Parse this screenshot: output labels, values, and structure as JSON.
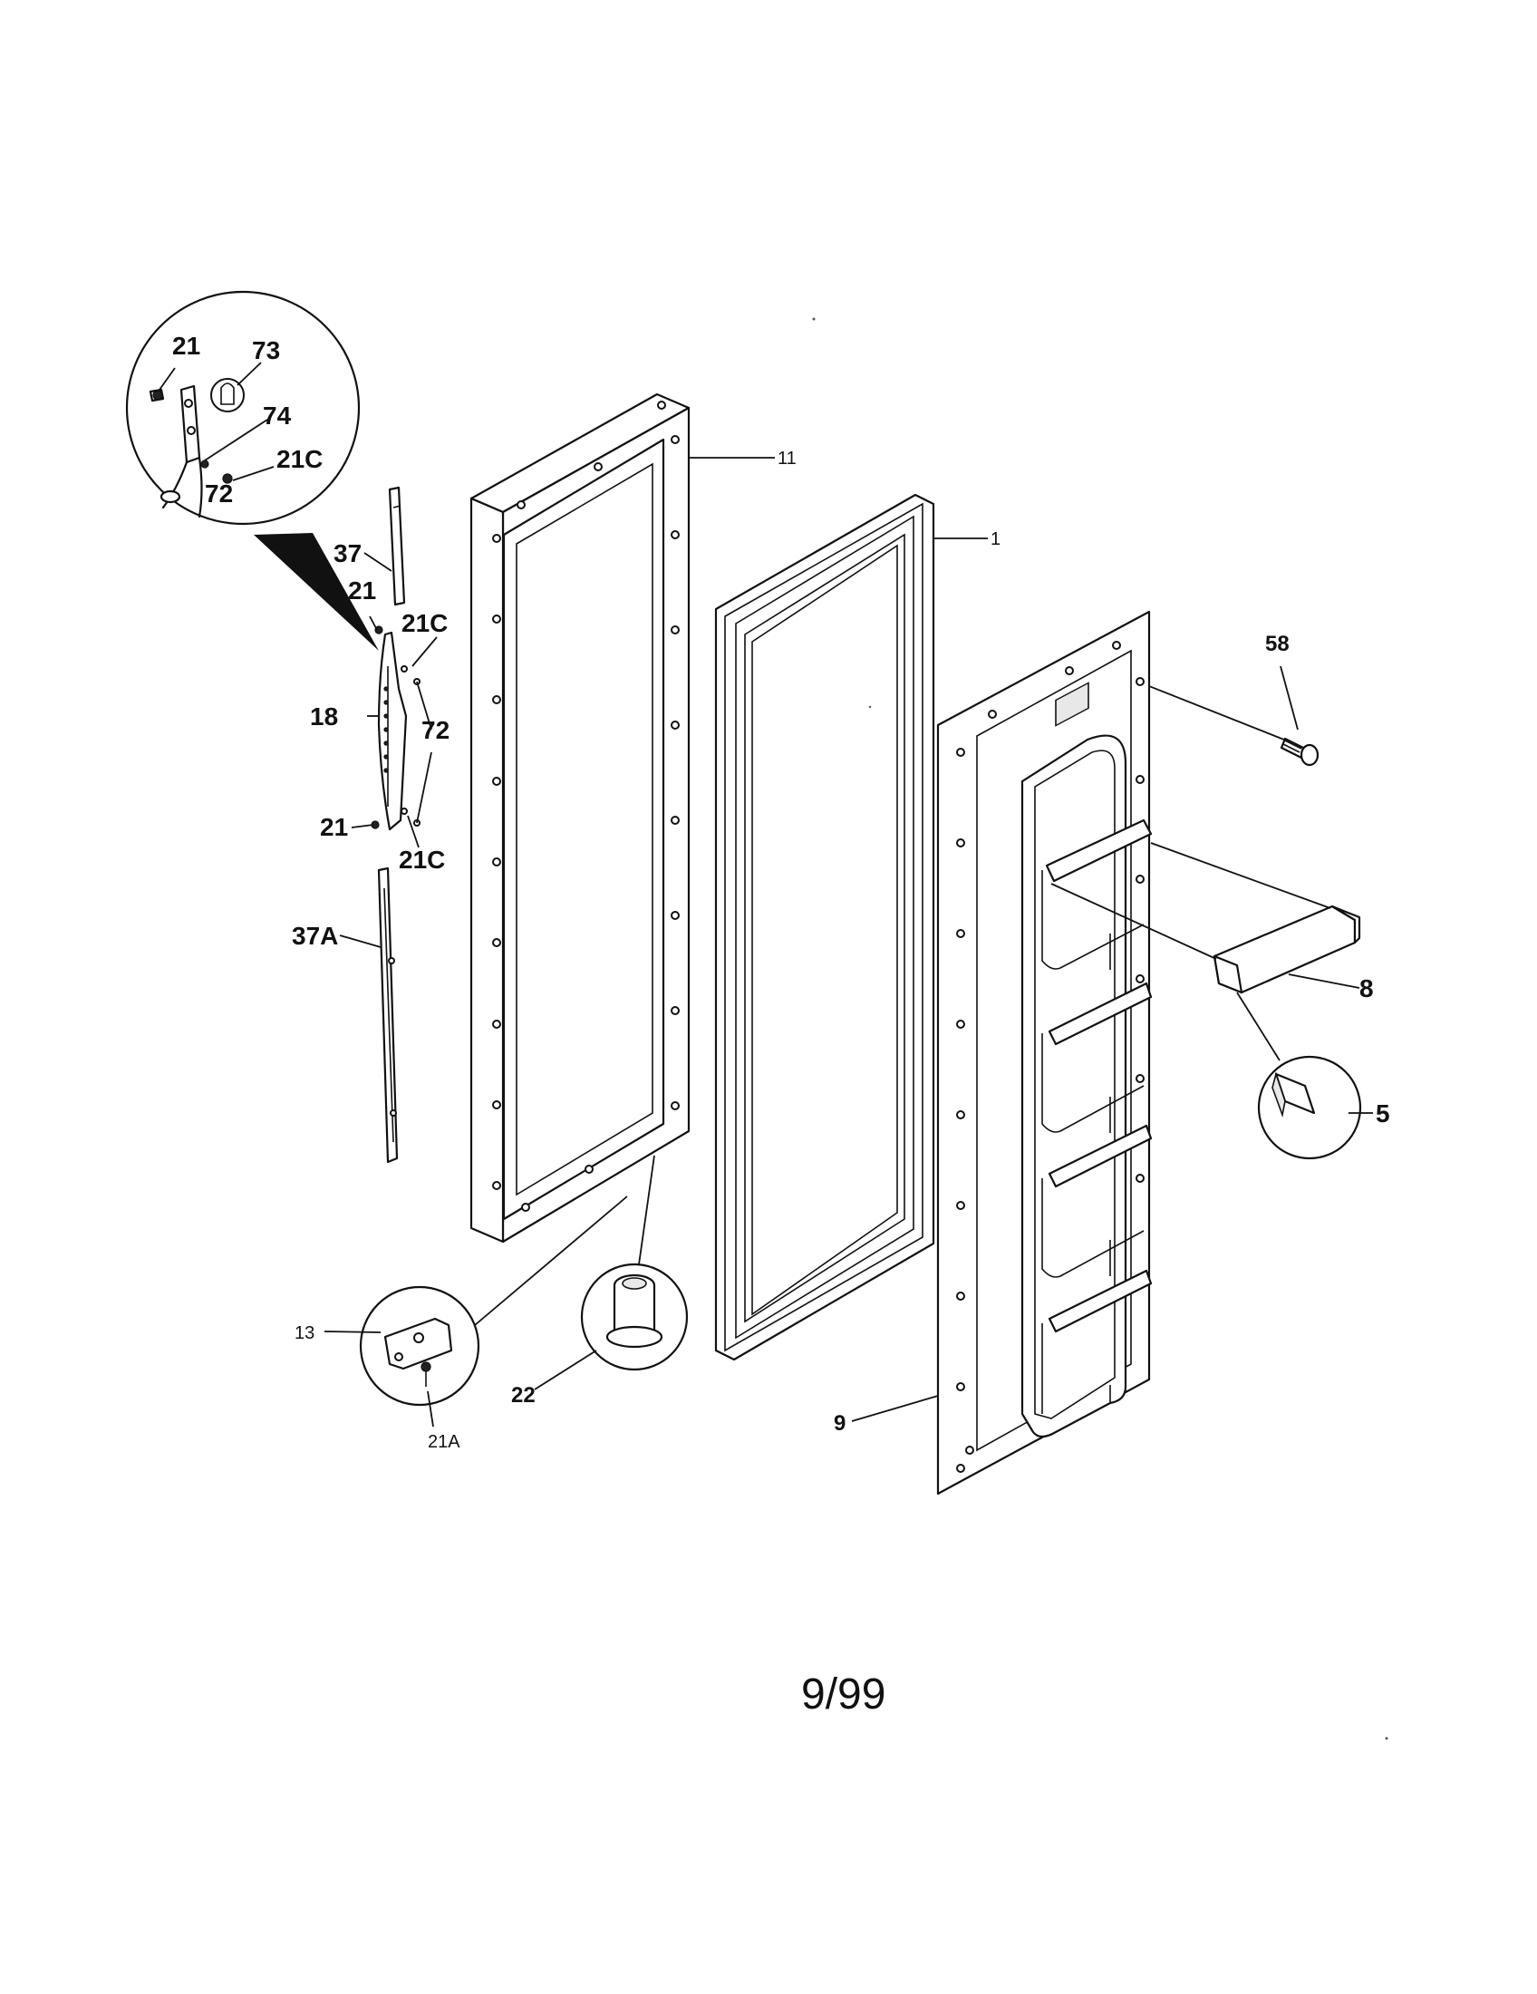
{
  "callouts": {
    "c21_top": "21",
    "c73": "73",
    "c74": "74",
    "c21c_inset": "21C",
    "c72_inset": "72",
    "c37": "37",
    "c21_upper": "21",
    "c21c_upper": "21C",
    "c18": "18",
    "c72_right": "72",
    "c21_lower": "21",
    "c21c_lower": "21C",
    "c37a": "37A",
    "c11": "11",
    "c1": "1",
    "c58": "58",
    "c8": "8",
    "c5": "5",
    "c13": "13",
    "c21a": "21A",
    "c22": "22",
    "c9": "9"
  },
  "footer": {
    "page_code": "9/99"
  }
}
